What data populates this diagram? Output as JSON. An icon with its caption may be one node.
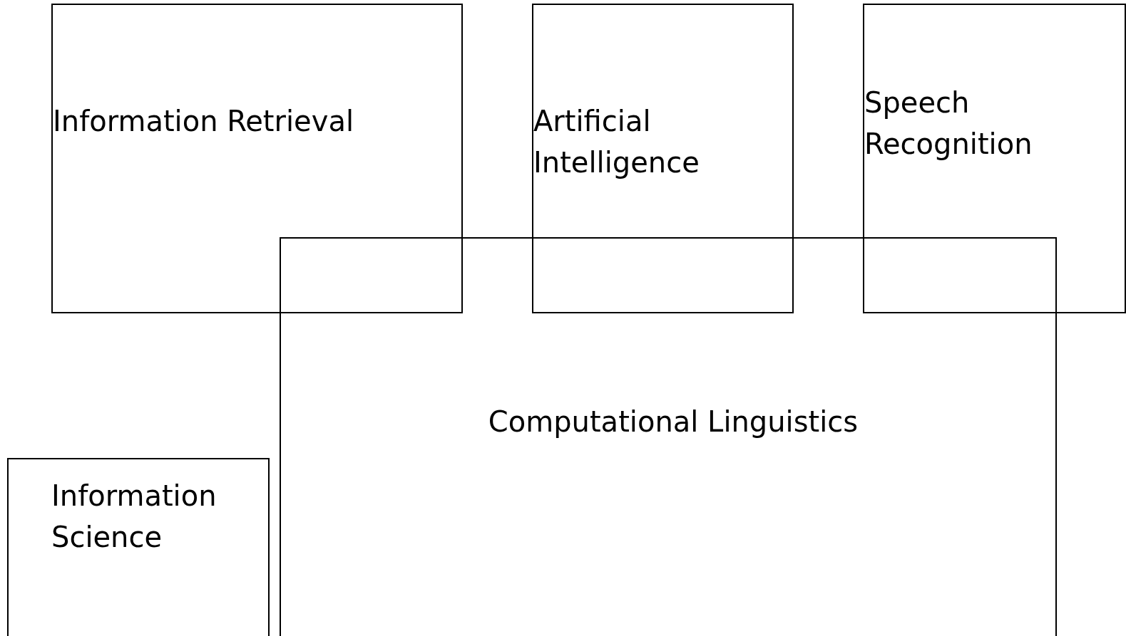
{
  "diagram": {
    "nodes": [
      {
        "text": [
          "Information Retrieval"
        ]
      },
      {
        "text": [
          "Artificial Intelligence"
        ]
      },
      {
        "text": [
          "Speech Recognition"
        ]
      },
      {
        "text": [
          "Computational Linguistics"
        ]
      },
      {
        "text": [
          "Information Science"
        ]
      }
    ]
  }
}
